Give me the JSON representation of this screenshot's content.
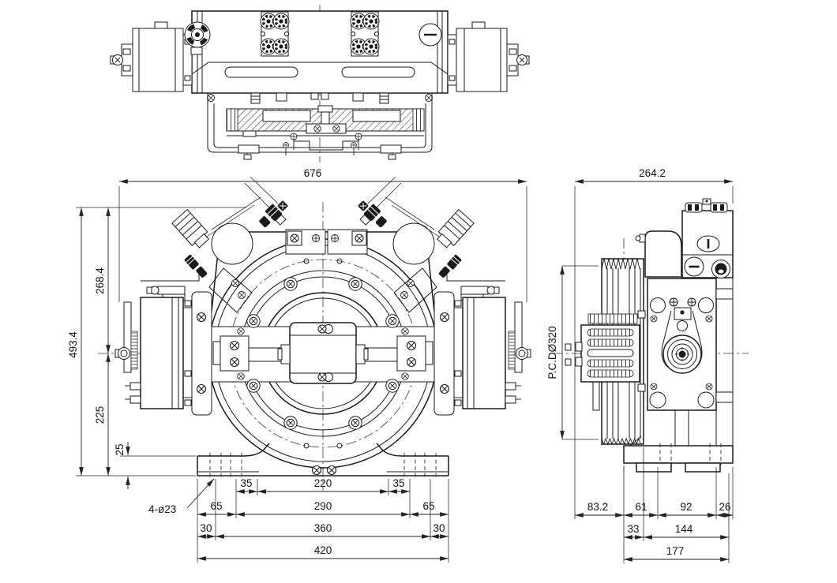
{
  "drawing": {
    "background": "#ffffff",
    "line_color": "#1b1b1b",
    "description": "Three-view engineering drawing of a gearless elevator traction machine (top view, front view, side view) with dimension chains"
  },
  "front": {
    "dims": {
      "overall_width": "676",
      "overall_height": "493.4",
      "upper_height": "268.4",
      "lower_height": "225",
      "foot_height": "25",
      "holes_note": "4-ø23",
      "inner_offset": "35",
      "inner_span": "220",
      "mid_offset": "65",
      "mid_span": "290",
      "outer_offset": "30",
      "outer_span": "360",
      "base_width": "420"
    }
  },
  "side": {
    "dims": {
      "overall_depth": "264.2",
      "pitch_circle": "P.C.DØ320",
      "overhang": "83.2",
      "seg_61": "61",
      "seg_92": "92",
      "seg_26": "26",
      "seg_33": "33",
      "seg_144": "144",
      "base_depth": "177"
    }
  }
}
